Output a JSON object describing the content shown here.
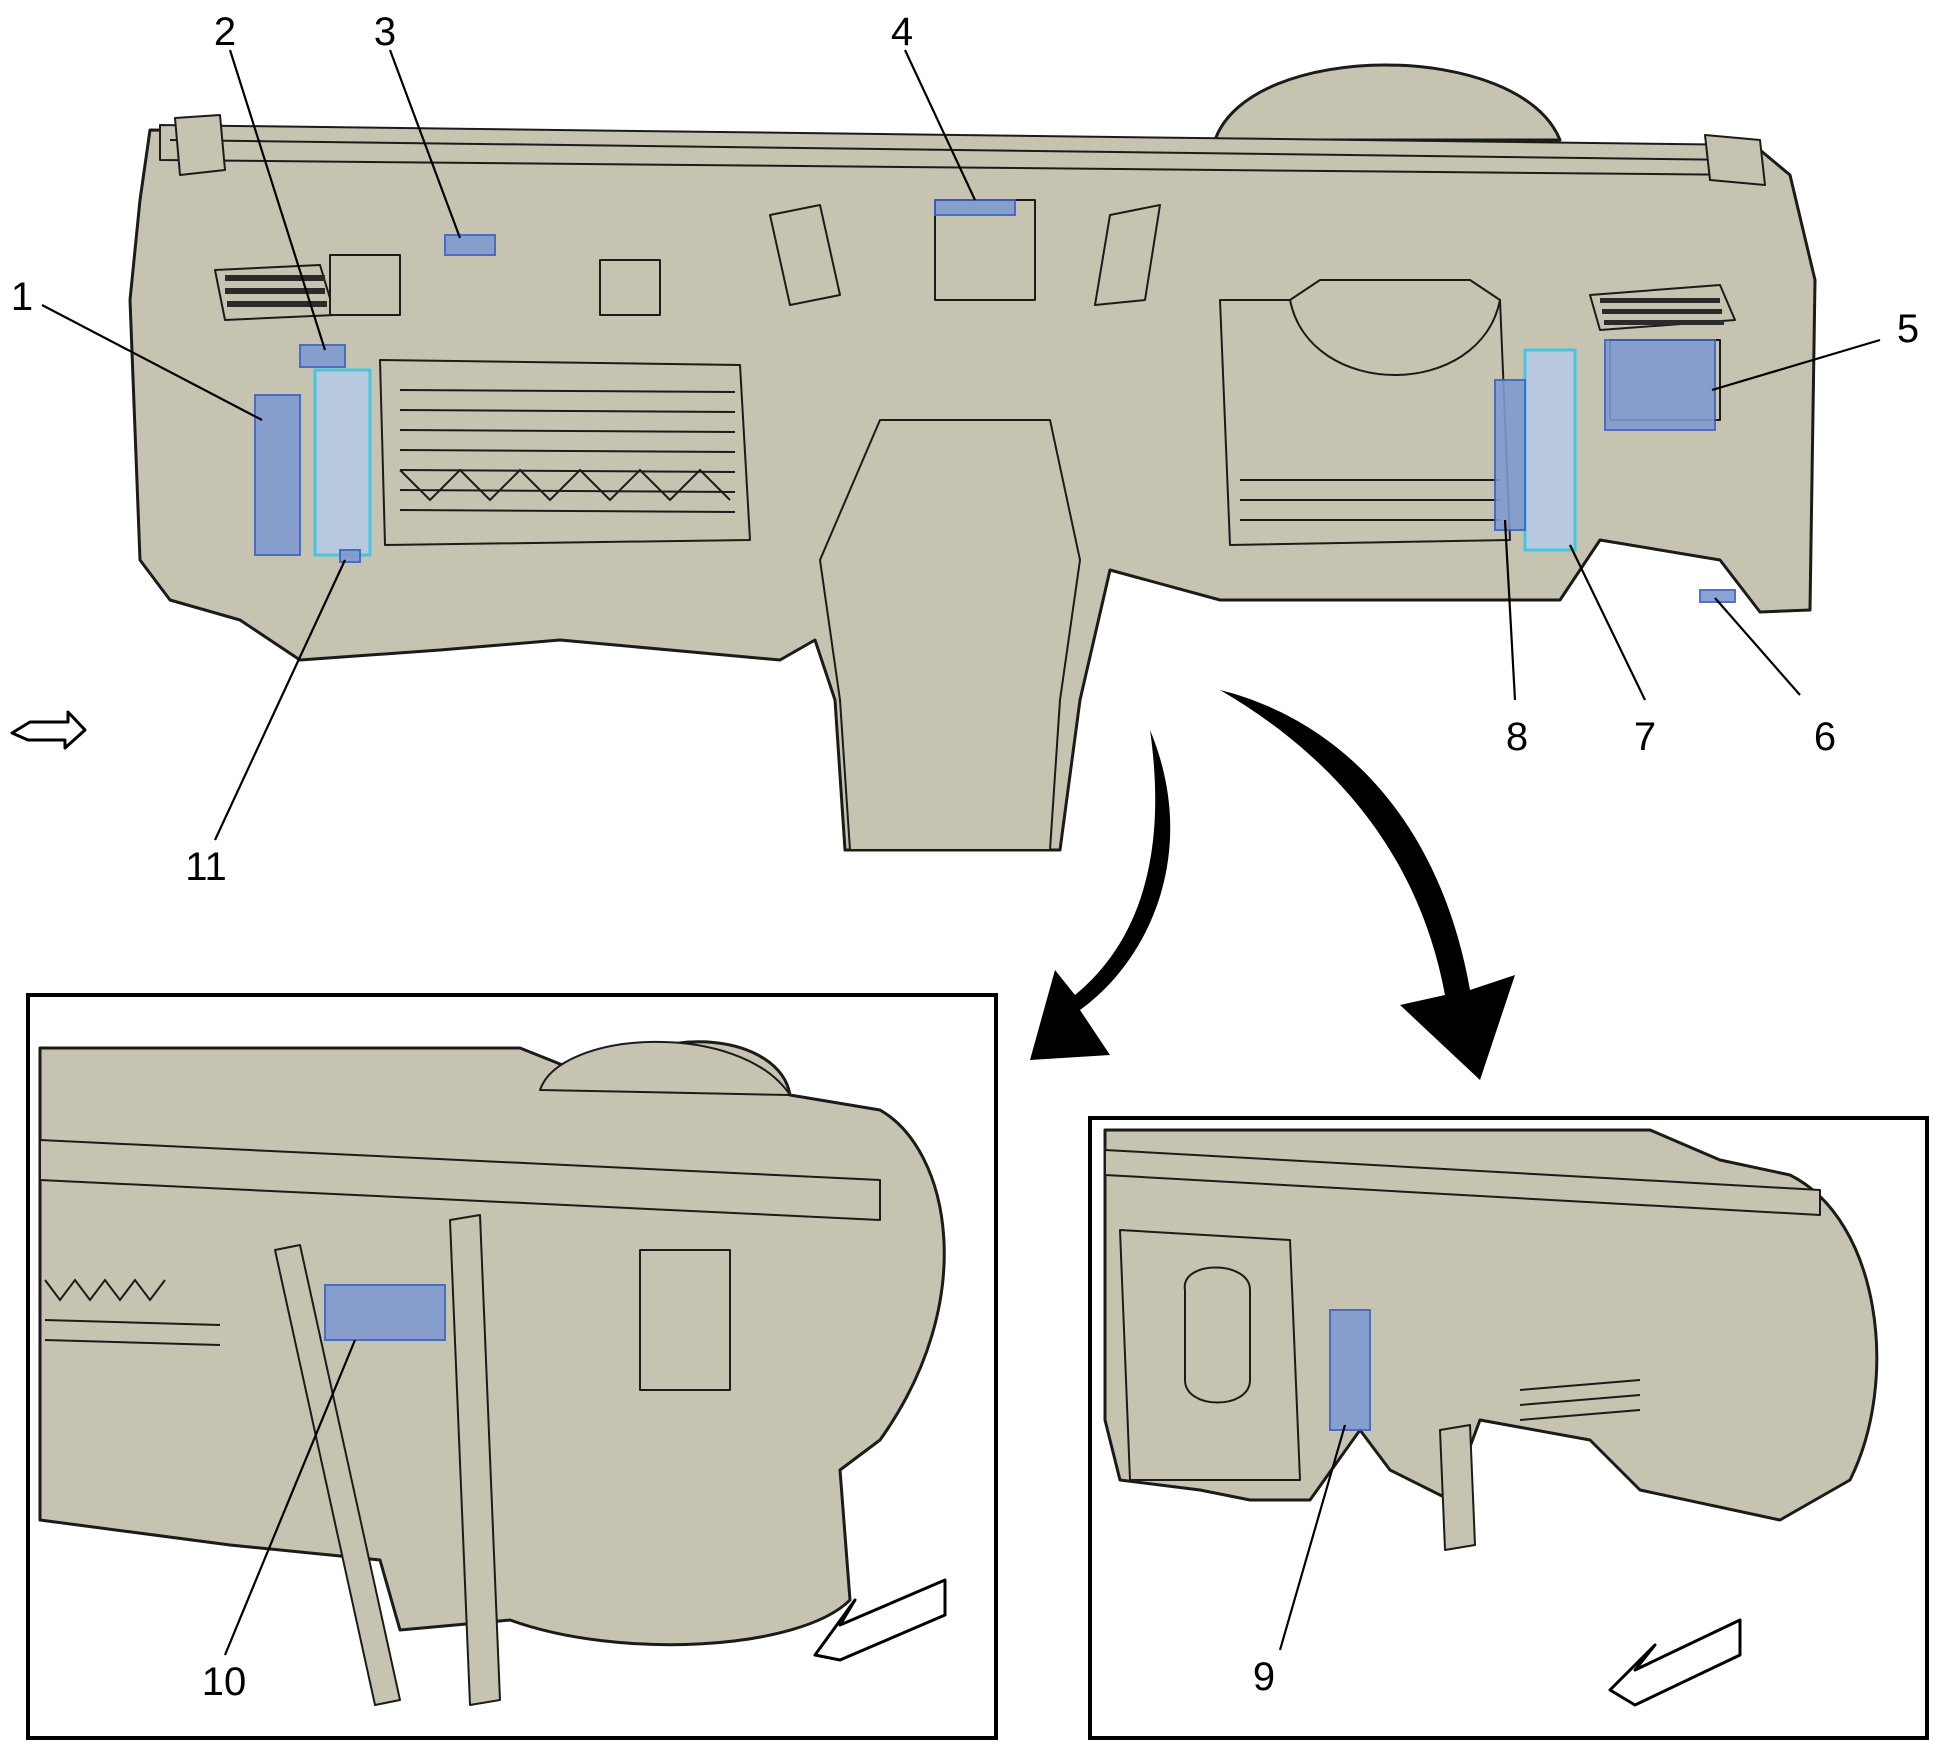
{
  "callouts": {
    "c1": "1",
    "c2": "2",
    "c3": "3",
    "c4": "4",
    "c5": "5",
    "c6": "6",
    "c7": "7",
    "c8": "8",
    "c9": "9",
    "c10": "10",
    "c11": "11"
  },
  "colors": {
    "panel_fill": "#c6c3b1",
    "outline": "#1b1b1b",
    "module_highlight": "#7f9ad0",
    "module_outline_cyan": "#38c7e6"
  },
  "icons": {
    "view_direction_main": "view-direction-arrow-icon",
    "view_direction_inset_left": "view-direction-arrow-icon",
    "view_direction_inset_right": "view-direction-arrow-icon"
  }
}
